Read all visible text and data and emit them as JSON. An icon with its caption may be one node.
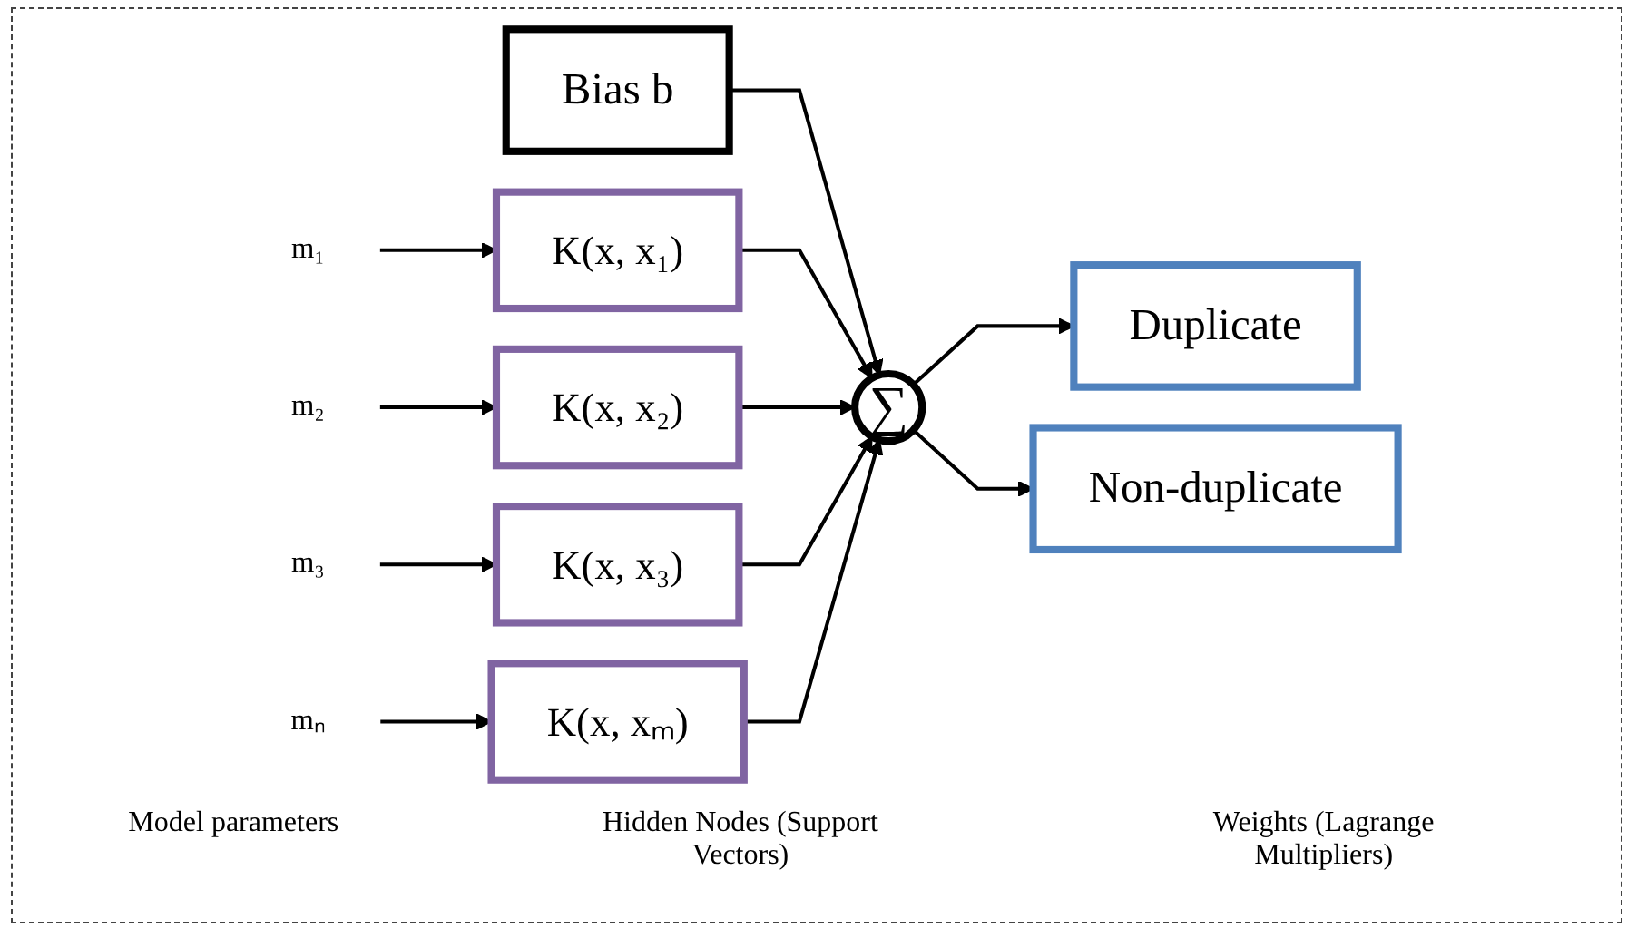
{
  "diagram": {
    "nodes": [
      {
        "text": [
          "Bias b"
        ]
      },
      {
        "text": [
          "m₁"
        ]
      },
      {
        "text": [
          "m₂"
        ]
      },
      {
        "text": [
          "m₃"
        ]
      },
      {
        "text": [
          "mₙ"
        ]
      },
      {
        "text": [
          "K(x, x₁)"
        ]
      },
      {
        "text": [
          "K(x, x₂)"
        ]
      },
      {
        "text": [
          "K(x, x₃)"
        ]
      },
      {
        "text": [
          "K(x, xₘ)"
        ]
      },
      {
        "text": [
          "∑"
        ]
      },
      {
        "text": [
          "Duplicate"
        ]
      },
      {
        "text": [
          "Non-duplicate"
        ]
      }
    ],
    "edges": [
      {
        "from": 0,
        "to": 9,
        "arrow": "to"
      },
      {
        "from": 1,
        "to": 5,
        "arrow": "to"
      },
      {
        "from": 2,
        "to": 6,
        "arrow": "to"
      },
      {
        "from": 3,
        "to": 7,
        "arrow": "to"
      },
      {
        "from": 4,
        "to": 8,
        "arrow": "to"
      },
      {
        "from": 5,
        "to": 9,
        "arrow": "to"
      },
      {
        "from": 6,
        "to": 9,
        "arrow": "to"
      },
      {
        "from": 7,
        "to": 9,
        "arrow": "to"
      },
      {
        "from": 8,
        "to": 9,
        "arrow": "to"
      },
      {
        "from": 9,
        "to": 10,
        "arrow": "to"
      },
      {
        "from": 9,
        "to": 11,
        "arrow": "to"
      }
    ],
    "labels": [
      "Model parameters",
      "Hidden Nodes (Support Vectors)",
      "Weights (Lagrange Multipliers)"
    ]
  }
}
